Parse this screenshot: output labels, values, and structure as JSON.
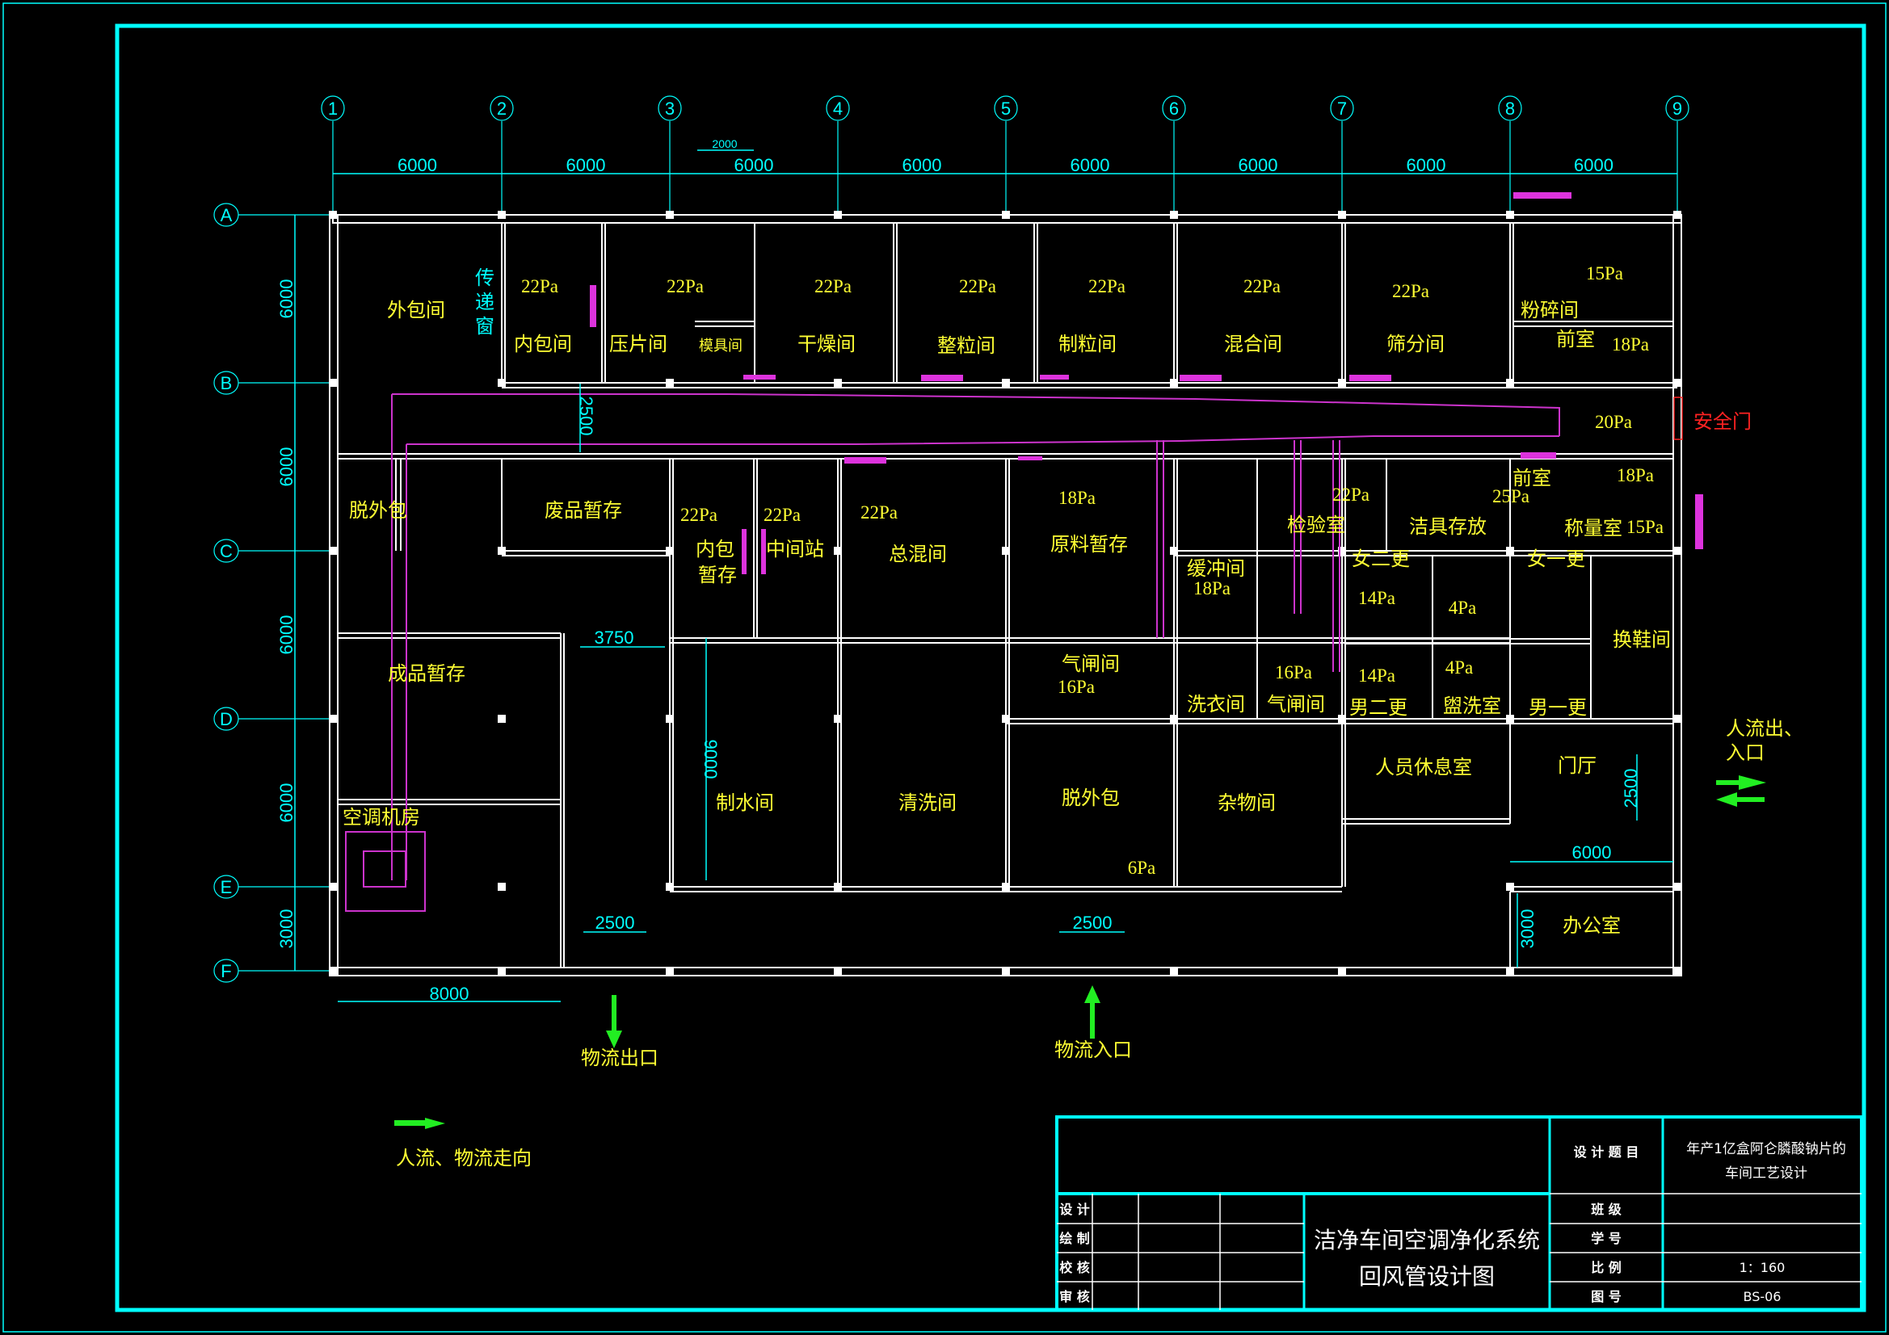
{
  "drawing": {
    "axes_columns": [
      "1",
      "2",
      "3",
      "4",
      "5",
      "6",
      "7",
      "8",
      "9"
    ],
    "axes_rows": [
      "A",
      "B",
      "C",
      "D",
      "E",
      "F"
    ],
    "top_dims": [
      "6000",
      "6000",
      "6000",
      "6000",
      "6000",
      "6000",
      "6000",
      "6000"
    ],
    "top_small_dim": "2000",
    "left_dims": [
      "6000",
      "6000",
      "6000",
      "6000",
      "3000"
    ],
    "other_dims": {
      "duct_width": "2500",
      "corridor": "3750",
      "wall_9000": "9000",
      "bottom_left": "8000",
      "exit_door": "2500",
      "entry_door": "2500",
      "lobby_door": "2500",
      "office_width": "6000",
      "office_height": "3000"
    },
    "rooms": {
      "waibaojian": "外包间",
      "chuandichuang": [
        "传",
        "递",
        "窗"
      ],
      "neibaojian": "内包间",
      "yapianjian": "压片间",
      "mojujian": "模具间",
      "ganzaojian": "干燥间",
      "zhenglijian": "整粒间",
      "zhilijian": "制粒间",
      "hunhejian": "混合间",
      "shaifenjian": "筛分间",
      "fensuijian": "粉碎间",
      "qianshi1": "前室",
      "tuowaibao1": "脱外包",
      "feipinzancun": "废品暂存",
      "neibao": "内包",
      "zancun": "暂存",
      "zhongjianzhan": "中间站",
      "zonghunjian": "总混间",
      "yuanliaozancun": "原料暂存",
      "jianyanshi": "检验室",
      "jiejucunfang": "洁具存放",
      "qianshi2": "前室",
      "chengliangshi": "称量室",
      "huanchongjian": "缓冲间",
      "nvergeng": "女二更",
      "nvyigeng": "女一更",
      "huanxiejian": "换鞋间",
      "qizhajian1": "气闸间",
      "xiyijian": "洗衣间",
      "qizhajian2": "气闸间",
      "nanergeng": "男二更",
      "guanxishi": "盥洗室",
      "nanyigeng": "男一更",
      "chengpinzancun": "成品暂存",
      "kongtiaojifang": "空调机房",
      "zhishuijian": "制水间",
      "qingxijian": "清洗间",
      "tuowaibao2": "脱外包",
      "zawujian": "杂物间",
      "renyuanxiuxishi": "人员休息室",
      "menting": "门厅",
      "bangongshi": "办公室"
    },
    "pressures": {
      "neibaojian": "22Pa",
      "yapianjian": "22Pa",
      "ganzaojian": "22Pa",
      "zhenglijian": "22Pa",
      "zhilijian": "22Pa",
      "hunhejian": "22Pa",
      "shaifenjian": "22Pa",
      "fensuijian": "15Pa",
      "qianshi1": "18Pa",
      "corridor": "20Pa",
      "qianshi2": "18Pa",
      "chengliangshi": "15Pa",
      "neibaozancun": "22Pa",
      "zhongjianzhan": "22Pa",
      "zonghunjian": "22Pa",
      "yuanliaozancun": "18Pa",
      "jianyanshi": "22Pa",
      "jiejucunfang": "25Pa",
      "huanchongjian": "18Pa",
      "nvergeng": "14Pa",
      "nvwash": "4Pa",
      "nanergeng": "14Pa",
      "guanxishi": "4Pa",
      "qizhajian1": "16Pa",
      "qizhajian2": "16Pa",
      "tuowaibao2": "6Pa"
    },
    "labels": {
      "safety_door": "安全门",
      "people_flow_inout": [
        "人流出、",
        "入口"
      ],
      "material_exit": "物流出口",
      "material_entry": "物流入口",
      "legend": "人流、物流走向"
    },
    "colors": {
      "background": "#000000",
      "frame": "#00ffff",
      "walls": "#ffffff",
      "room_text": "#ffff33",
      "duct": "#cc33cc",
      "flow_arrow": "#22ee22",
      "safety": "#ff2222"
    }
  },
  "title_block": {
    "design_topic_label": "设 计 题 目",
    "design_topic": [
      "年产1亿盒阿仑膦酸钠片的",
      "车间工艺设计"
    ],
    "roles": [
      "设  计",
      "绘  制",
      "校  核",
      "审  核"
    ],
    "drawing_title": [
      "洁净车间空调净化系统",
      "回风管设计图"
    ],
    "class_label": "班     级",
    "class_value": "",
    "student_no_label": "学     号",
    "student_no_value": "",
    "scale_label": "比     例",
    "scale_value": "1：160",
    "drawing_no_label": "图     号",
    "drawing_no_value": "BS-06"
  }
}
